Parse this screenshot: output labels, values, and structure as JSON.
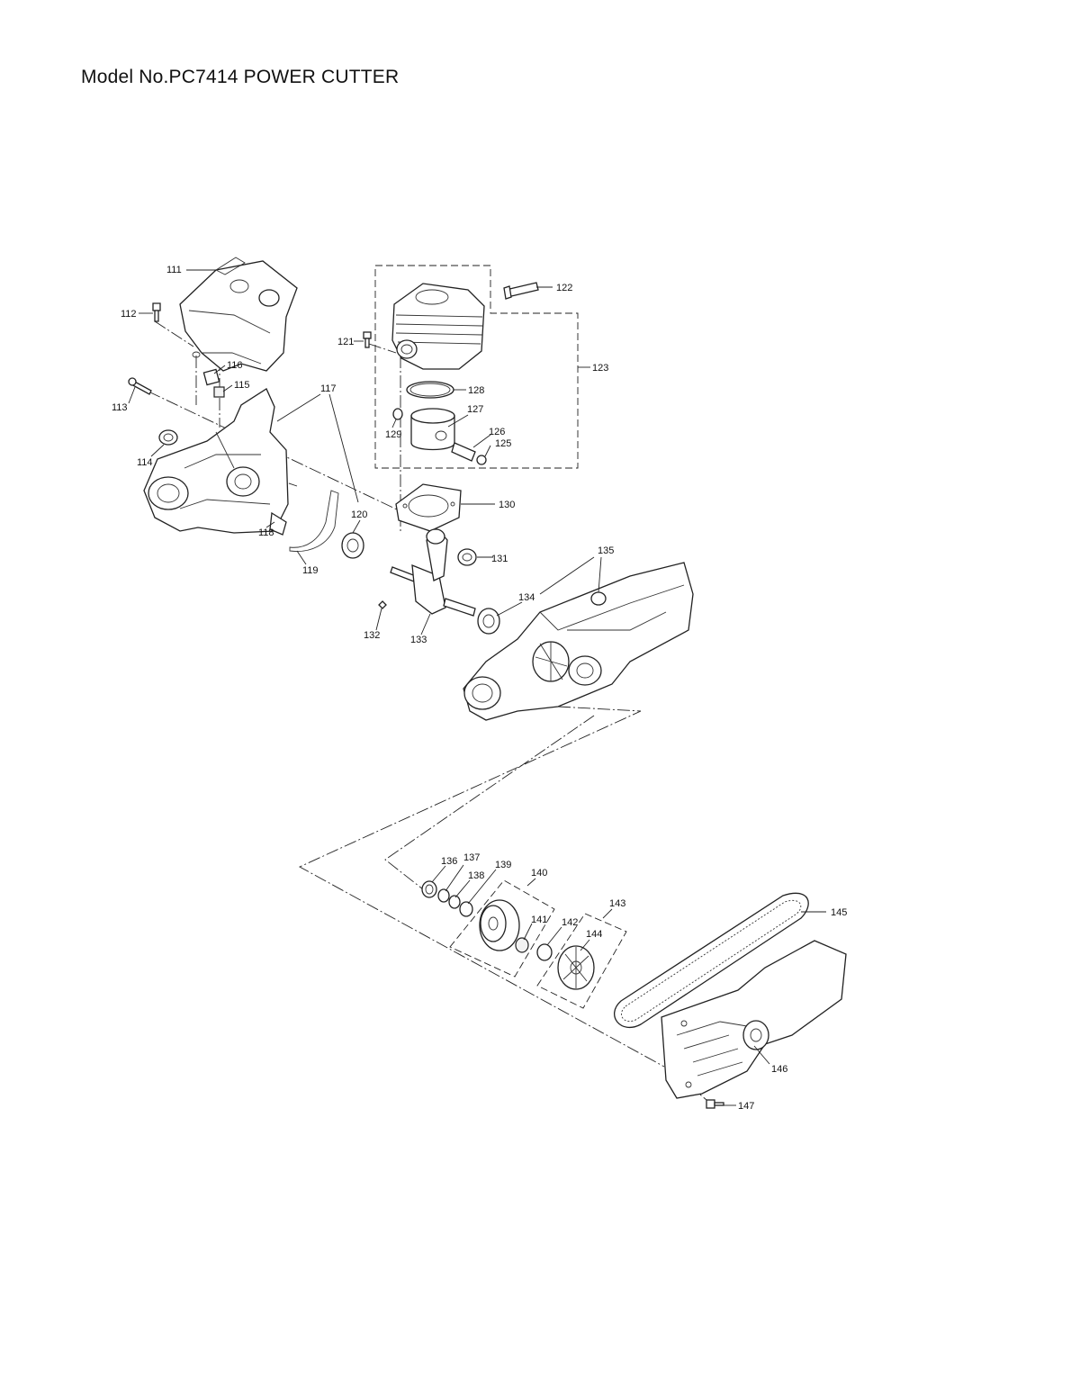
{
  "title": "Model No.PC7414 POWER CUTTER",
  "callouts": [
    {
      "id": "111",
      "text": "111"
    },
    {
      "id": "112",
      "text": "112"
    },
    {
      "id": "113",
      "text": "113"
    },
    {
      "id": "114",
      "text": "114"
    },
    {
      "id": "115",
      "text": "115"
    },
    {
      "id": "116",
      "text": "116"
    },
    {
      "id": "117",
      "text": "117"
    },
    {
      "id": "118",
      "text": "118"
    },
    {
      "id": "119",
      "text": "119"
    },
    {
      "id": "120",
      "text": "120"
    },
    {
      "id": "121",
      "text": "121"
    },
    {
      "id": "122",
      "text": "122"
    },
    {
      "id": "123",
      "text": "123"
    },
    {
      "id": "125",
      "text": "125"
    },
    {
      "id": "126",
      "text": "126"
    },
    {
      "id": "127",
      "text": "127"
    },
    {
      "id": "128",
      "text": "128"
    },
    {
      "id": "129",
      "text": "129"
    },
    {
      "id": "130",
      "text": "130"
    },
    {
      "id": "131",
      "text": "131"
    },
    {
      "id": "132",
      "text": "132"
    },
    {
      "id": "133",
      "text": "133"
    },
    {
      "id": "134",
      "text": "134"
    },
    {
      "id": "135",
      "text": "135"
    },
    {
      "id": "136",
      "text": "136"
    },
    {
      "id": "137",
      "text": "137"
    },
    {
      "id": "138",
      "text": "138"
    },
    {
      "id": "139",
      "text": "139"
    },
    {
      "id": "140",
      "text": "140"
    },
    {
      "id": "141",
      "text": "141"
    },
    {
      "id": "142",
      "text": "142"
    },
    {
      "id": "143",
      "text": "143"
    },
    {
      "id": "144",
      "text": "144"
    },
    {
      "id": "145",
      "text": "145"
    },
    {
      "id": "146",
      "text": "146"
    },
    {
      "id": "147",
      "text": "147"
    }
  ]
}
